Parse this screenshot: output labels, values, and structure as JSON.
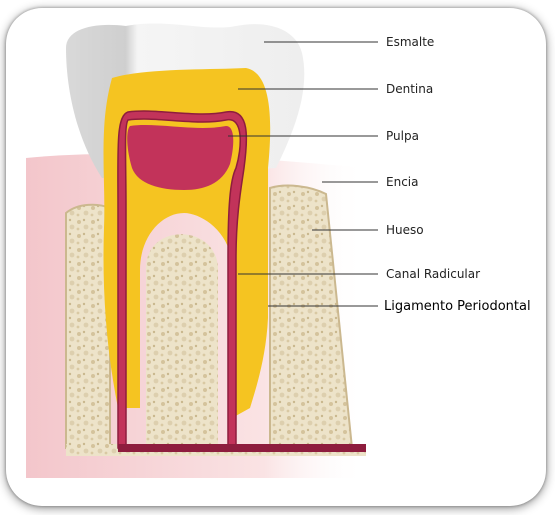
{
  "diagram": {
    "labels": [
      {
        "id": "esmalte",
        "text": "Esmalte"
      },
      {
        "id": "dentina",
        "text": "Dentina"
      },
      {
        "id": "pulpa",
        "text": "Pulpa"
      },
      {
        "id": "encia",
        "text": "Encia"
      },
      {
        "id": "hueso",
        "text": "Hueso"
      },
      {
        "id": "canal",
        "text": "Canal Radicular"
      },
      {
        "id": "ligamento",
        "text": "Ligamento Periodontal"
      }
    ]
  },
  "colors": {
    "enamel": "#f4f4f4",
    "dentin": "#f5c421",
    "pulp": "#c2335a",
    "pulp_edge": "#8e1d3e",
    "gum": "#f7d9da",
    "bone": "#e8dcc0",
    "bone_edge": "#cbb88f"
  }
}
